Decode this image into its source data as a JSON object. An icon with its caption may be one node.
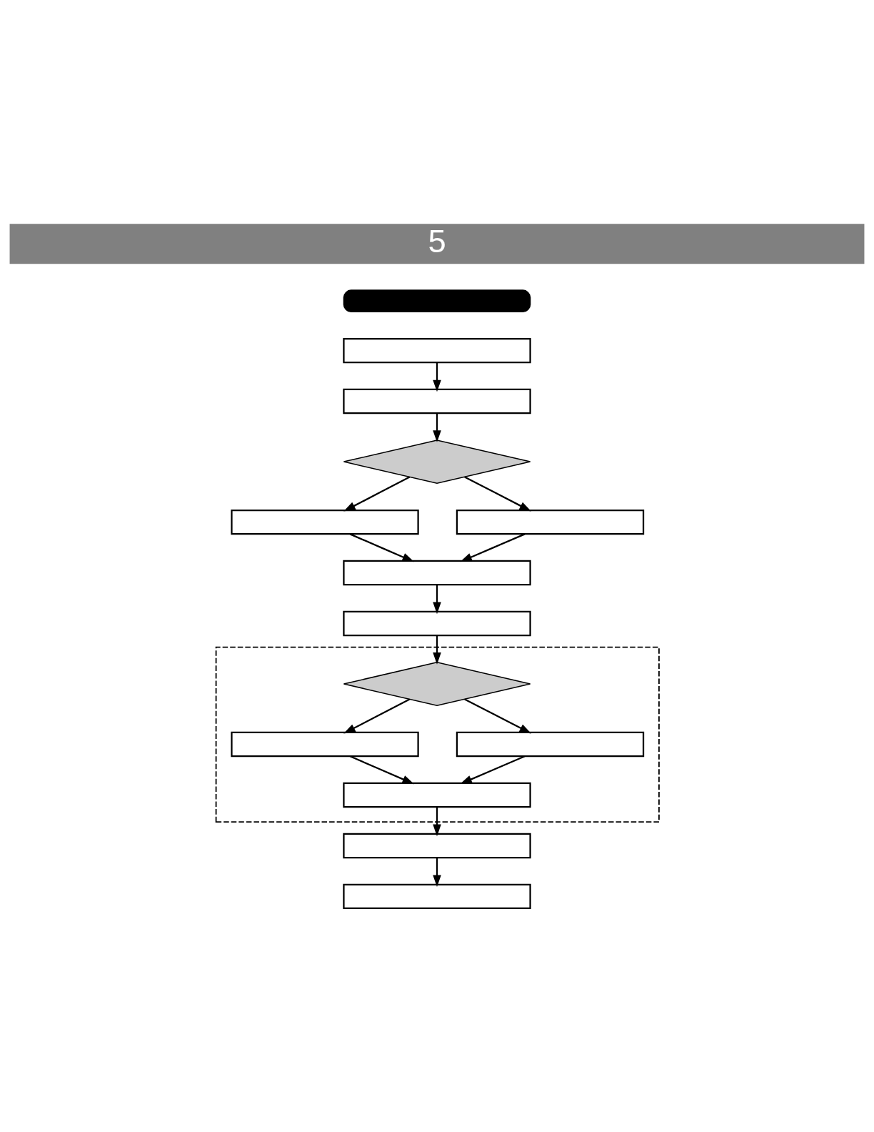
{
  "diagram": {
    "nodes": [
      {
        "text": [
          "5"
        ]
      },
      {
        "text": [],
        "shape": "bar"
      },
      {
        "text": [],
        "shape": "box"
      },
      {
        "text": [],
        "shape": "box"
      },
      {
        "text": [],
        "shape": "diamond"
      },
      {
        "text": [],
        "shape": "box"
      },
      {
        "text": [],
        "shape": "box"
      },
      {
        "text": [],
        "shape": "box"
      },
      {
        "text": [],
        "shape": "box"
      },
      {
        "text": [],
        "shape": "box"
      },
      {
        "text": [],
        "shape": "diamond",
        "in": 9
      },
      {
        "text": [],
        "shape": "box",
        "in": 9
      },
      {
        "text": [],
        "shape": "box",
        "in": 9
      },
      {
        "text": [],
        "shape": "box",
        "in": 9
      },
      {
        "text": [],
        "shape": "box"
      },
      {
        "text": [],
        "shape": "box"
      }
    ],
    "edges": [
      {
        "from": 2,
        "to": 3,
        "arrow": "to"
      },
      {
        "from": 3,
        "to": 4,
        "arrow": "to"
      },
      {
        "from": 4,
        "to": 5,
        "arrow": "to"
      },
      {
        "from": 4,
        "to": 6,
        "arrow": "to"
      },
      {
        "from": 5,
        "to": 7,
        "arrow": "to"
      },
      {
        "from": 6,
        "to": 7,
        "arrow": "to"
      },
      {
        "from": 7,
        "to": 8,
        "arrow": "to"
      },
      {
        "from": 8,
        "to": 10,
        "arrow": "to"
      },
      {
        "from": 10,
        "to": 12,
        "arrow": "to"
      },
      {
        "from": 10,
        "to": 11,
        "arrow": "to"
      },
      {
        "from": 12,
        "to": 13,
        "arrow": "to"
      },
      {
        "from": 11,
        "to": 13,
        "arrow": "to"
      },
      {
        "from": 13,
        "to": 14,
        "arrow": "to"
      },
      {
        "from": 14,
        "to": 15,
        "arrow": "to"
      }
    ]
  }
}
